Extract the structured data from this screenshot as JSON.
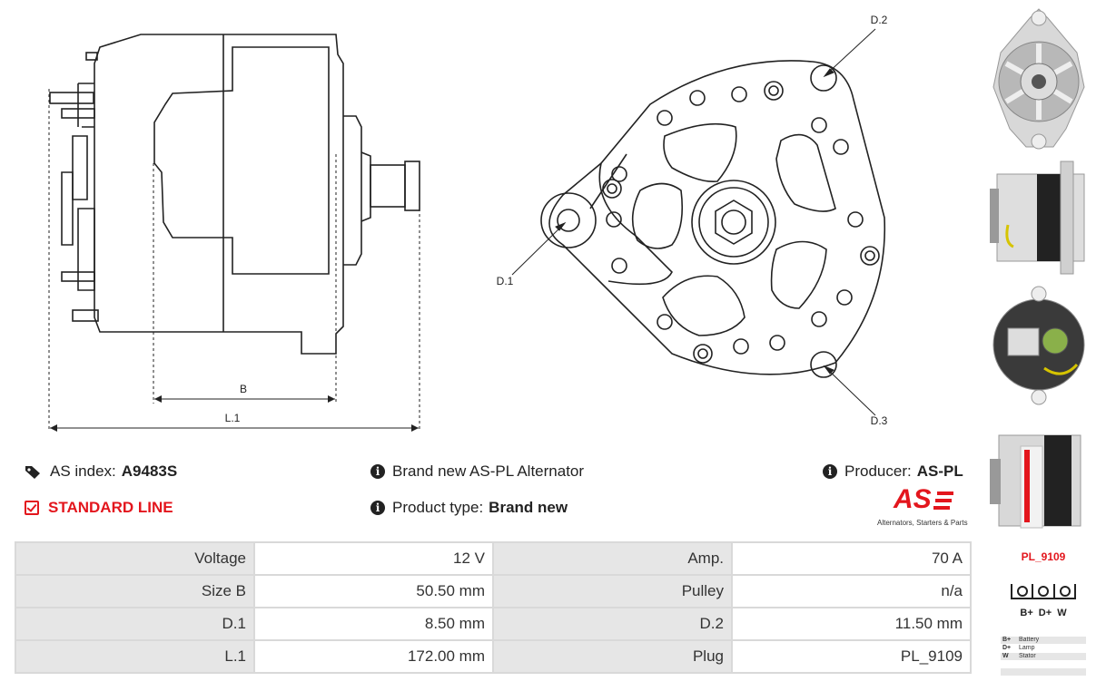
{
  "drawing": {
    "dim_b": "B",
    "dim_l1": "L.1",
    "dim_d1": "D.1",
    "dim_d2": "D.2",
    "dim_d3": "D.3"
  },
  "info": {
    "as_index_label": "AS index:",
    "as_index_value": "A9483S",
    "standard_line": "STANDARD LINE",
    "description": "Brand new AS-PL Alternator",
    "product_type_label": "Product type:",
    "product_type_value": "Brand new",
    "producer_label": "Producer:",
    "producer_value": "AS-PL"
  },
  "logo": {
    "text": "AS",
    "tagline": "Alternators, Starters & Parts",
    "color": "#e3161d"
  },
  "specs": [
    {
      "label_left": "Voltage",
      "value_left": "12 V",
      "label_right": "Amp.",
      "value_right": "70 A"
    },
    {
      "label_left": "Size B",
      "value_left": "50.50 mm",
      "label_right": "Pulley",
      "value_right": "n/a"
    },
    {
      "label_left": "D.1",
      "value_left": "8.50 mm",
      "label_right": "D.2",
      "value_right": "11.50 mm"
    },
    {
      "label_left": "L.1",
      "value_left": "172.00 mm",
      "label_right": "Plug",
      "value_right": "PL_9109"
    }
  ],
  "plug": {
    "code": "PL_9109",
    "terminals": "B+ D+ W",
    "legend": [
      {
        "key": "B+",
        "desc": "Battery"
      },
      {
        "key": "D+",
        "desc": "Lamp"
      },
      {
        "key": "W",
        "desc": "Stator"
      }
    ]
  },
  "colors": {
    "accent": "#e3161d",
    "table_label_bg": "#e6e6e6",
    "table_border": "#d9d9d9"
  }
}
